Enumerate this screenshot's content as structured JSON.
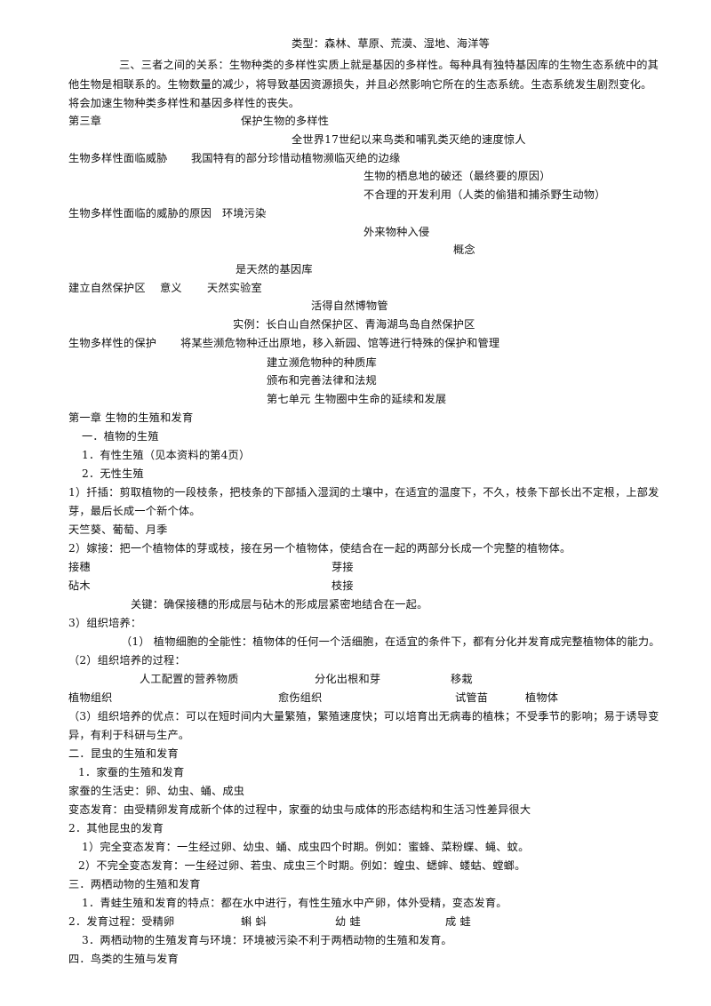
{
  "lines": [
    "类型：森林、草原、荒漠、湿地、海洋等",
    "三、三者之间的关系：生物种类的多样性实质上就是基因的多样性。每种具有独特基因库的生物生态系统中的其",
    "他生物是相联系的。生物数量的减少，将导致基因资源损失，并且必然影响它所在的生态系统。生态系统发生剧烈变化。",
    "将会加速生物种类多样性和基因多样性的丧失。",
    "第三章",
    "保护生物的多样性",
    "全世界17世纪以来鸟类和哺乳类灭绝的速度惊人",
    "生物多样性面临威胁",
    "我国特有的部分珍惜动植物濒临灭绝的边缘",
    "生物的栖息地的破还（最终要的原因）",
    "不合理的开发利用（人类的偷猎和捕杀野生动物）",
    "生物多样性面临的威胁的原因",
    "环境污染",
    "外来物种入侵",
    "概念",
    "是天然的基因库",
    "建立自然保护区",
    "意义",
    "天然实验室",
    "活得自然博物管",
    "实例：长白山自然保护区、青海湖鸟岛自然保护区",
    "生物多样性的保护",
    "将某些濒危物种迁出原地，移入新园、馆等进行特殊的保护和管理",
    "建立濒危物种的种质库",
    "颁布和完善法律和法规",
    "第七单元 生物圈中生命的延续和发展",
    "第一章 生物的生殖和发育",
    "一．植物的生殖",
    "1．有性生殖（见本资料的第4页）",
    "2．无性生殖",
    "1）扦插：剪取植物的一段枝条，把枝条的下部插入湿润的土壤中，在适宜的温度下，不久，枝条下部长出不定根，上部发",
    "芽，最后长成一个新个体。",
    "天竺葵、葡萄、月季",
    "2）嫁接：把一个植物体的芽或枝，接在另一个植物体，使结合在一起的两部分长成一个完整的植物体。",
    "接穗",
    "芽接",
    "砧木",
    "枝接",
    "关键：确保接穗的形成层与砧木的形成层紧密地结合在一起。",
    "3）组织培养：",
    "（1） 植物细胞的全能性：植物体的任何一个活细胞，在适宜的条件下，都有分化并发育成完整植物体的能力。",
    "（2）组织培养的过程：",
    "人工配置的营养物质",
    "分化出根和芽",
    "移栽",
    "植物组织",
    "愈伤组织",
    "试管苗",
    "植物体",
    "（3）组织培养的优点：可以在短时间内大量繁殖，繁殖速度快；可以培育出无病毒的植株；不受季节的影响；易于诱导变",
    "异，有利于科研与生产。",
    "二．昆虫的生殖和发育",
    "1．家蚕的生殖和发育",
    "家蚕的生活史：卵、幼虫、蛹、成虫",
    "变态发育：由受精卵发育成新个体的过程中，家蚕的幼虫与成体的形态结构和生活习性差异很大",
    "2．其他昆虫的发育",
    "1）完全变态发育：一生经过卵、幼虫、蛹、成虫四个时期。例如：蜜蜂、菜粉蝶、蝇、蚊。",
    "2）不完全变态发育：一生经过卵、若虫、成虫三个时期。例如：蝗虫、蟋蟀、蝼蛄、螳螂。",
    "三．两栖动物的生殖和发育",
    "1．青蛙生殖和发育的特点：都在水中进行，有性生殖水中产卵，体外受精，变态发育。",
    "2．发育过程：受精卵",
    "蝌 蚪",
    "幼 蛙",
    "成 蛙",
    "3．两栖动物的生殖发育与环境：环境被污染不利于两栖动物的生殖和发育。",
    "四．鸟类的生殖与发育"
  ]
}
